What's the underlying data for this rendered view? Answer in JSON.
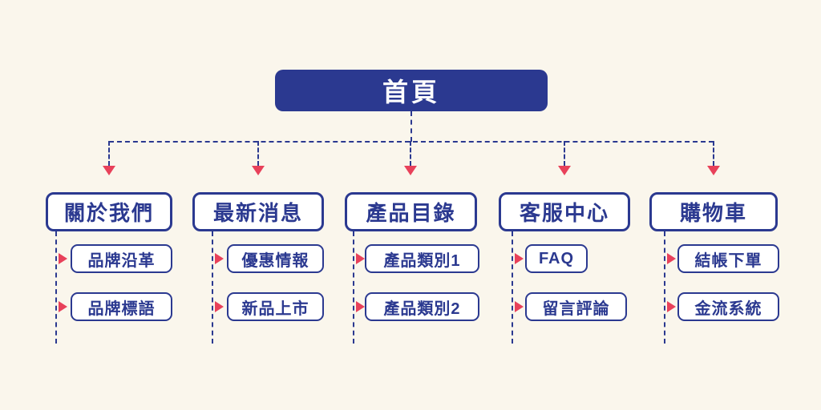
{
  "diagram": {
    "title": "首頁",
    "columns": [
      {
        "label": "關於我們",
        "items": [
          "品牌沿革",
          "品牌標語"
        ]
      },
      {
        "label": "最新消息",
        "items": [
          "優惠情報",
          "新品上市"
        ]
      },
      {
        "label": "產品目錄",
        "items": [
          "產品類別1",
          "產品類別2"
        ]
      },
      {
        "label": "客服中心",
        "items": [
          "FAQ",
          "留言評論"
        ]
      },
      {
        "label": "購物車",
        "items": [
          "結帳下單",
          "金流系統"
        ]
      }
    ],
    "colors": {
      "navy": "#2B3990",
      "red": "#E8415A",
      "background": "#FAF6EC",
      "box_fill": "#FFFFFF"
    }
  }
}
